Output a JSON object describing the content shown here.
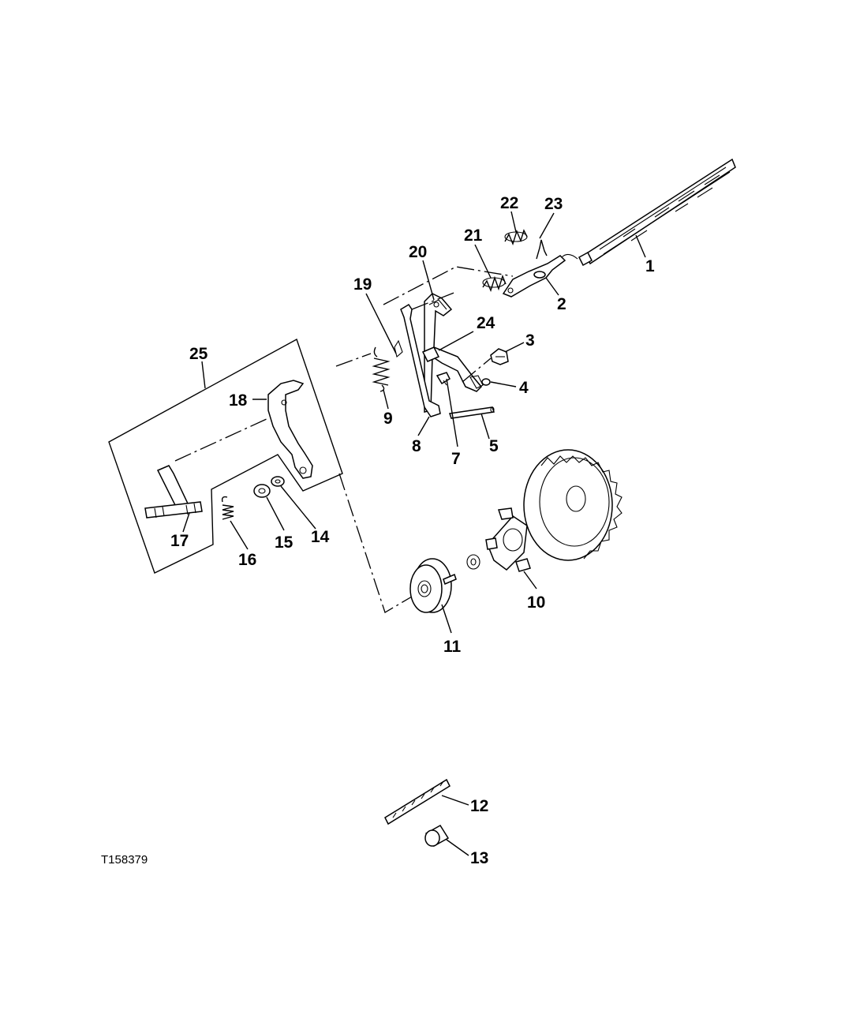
{
  "figure_id": "T158379",
  "callouts": [
    {
      "id": "c1",
      "text": "1"
    },
    {
      "id": "c2",
      "text": "2"
    },
    {
      "id": "c3",
      "text": "3"
    },
    {
      "id": "c4",
      "text": "4"
    },
    {
      "id": "c5",
      "text": "5"
    },
    {
      "id": "c7",
      "text": "7"
    },
    {
      "id": "c8",
      "text": "8"
    },
    {
      "id": "c9",
      "text": "9"
    },
    {
      "id": "c10",
      "text": "10"
    },
    {
      "id": "c11",
      "text": "11"
    },
    {
      "id": "c12",
      "text": "12"
    },
    {
      "id": "c13",
      "text": "13"
    },
    {
      "id": "c14",
      "text": "14"
    },
    {
      "id": "c15",
      "text": "15"
    },
    {
      "id": "c16",
      "text": "16"
    },
    {
      "id": "c17",
      "text": "17"
    },
    {
      "id": "c18",
      "text": "18"
    },
    {
      "id": "c19",
      "text": "19"
    },
    {
      "id": "c20",
      "text": "20"
    },
    {
      "id": "c21",
      "text": "21"
    },
    {
      "id": "c22",
      "text": "22"
    },
    {
      "id": "c23",
      "text": "23"
    },
    {
      "id": "c24",
      "text": "24"
    },
    {
      "id": "c25",
      "text": "25"
    }
  ]
}
